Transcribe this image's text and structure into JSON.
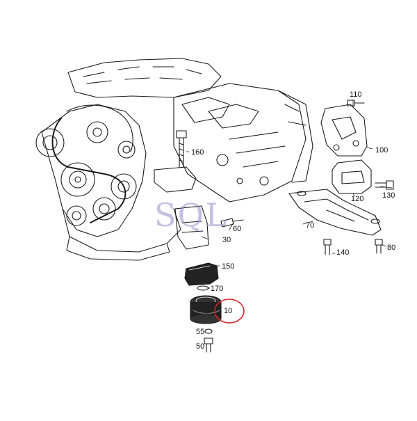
{
  "diagram": {
    "watermark": {
      "text": "SQL",
      "subtitle": ""
    },
    "highlight_color": "#d9232a",
    "callouts": [
      {
        "id": "110",
        "label": "110"
      },
      {
        "id": "100",
        "label": "100"
      },
      {
        "id": "160",
        "label": "160"
      },
      {
        "id": "130",
        "label": "130"
      },
      {
        "id": "120",
        "label": "120"
      },
      {
        "id": "60",
        "label": "60"
      },
      {
        "id": "70",
        "label": "70"
      },
      {
        "id": "30",
        "label": "30"
      },
      {
        "id": "140",
        "label": "140"
      },
      {
        "id": "80",
        "label": "80"
      },
      {
        "id": "150",
        "label": "150"
      },
      {
        "id": "170",
        "label": "170"
      },
      {
        "id": "10",
        "label": "10",
        "highlighted": true
      },
      {
        "id": "55",
        "label": "55"
      },
      {
        "id": "50",
        "label": "50"
      }
    ]
  }
}
